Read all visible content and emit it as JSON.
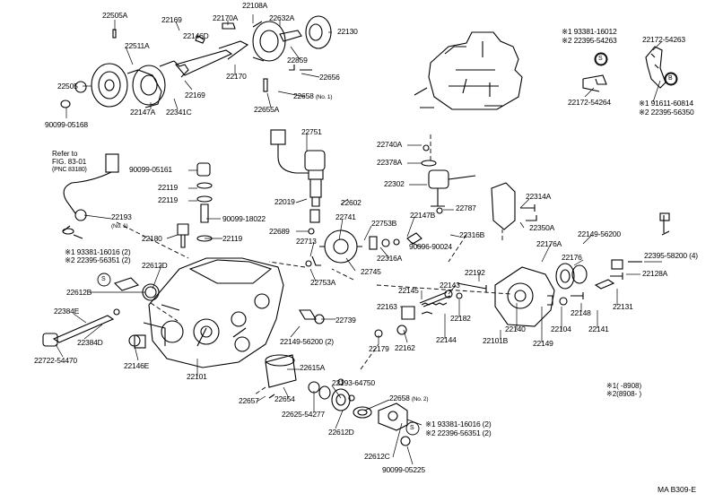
{
  "diagram": {
    "code": "MA B309-E",
    "reference": {
      "line1": "Refer to",
      "line2": "FIG. 83-01",
      "line3": "(PNC 83180)"
    },
    "legend": {
      "row1_mark": "※1",
      "row1_range": "(        -8908)",
      "row2_mark": "※2",
      "row2_range": "(8908-        )"
    },
    "callouts": {
      "c22505A": "22505A",
      "c22511A": "22511A",
      "c22505": "22505",
      "c90099_05168": "90099-05168",
      "c22169a": "22169",
      "c22146D": "22146D",
      "c22170A": "22170A",
      "c22108A": "22108A",
      "c22632A": "22632A",
      "c22130": "22130",
      "c22859": "22859",
      "c22170": "22170",
      "c22169b": "22169",
      "c22147A": "22147A",
      "c22341C": "22341C",
      "c22656": "22656",
      "c22658": "22658",
      "c22658_note": "(No. 1)",
      "c22655A": "22655A",
      "top_right_1": "※1 93381-16012",
      "top_right_2": "※2 22395-54263",
      "top_right_3": "22172-54263",
      "top_right_4": "22172-54264",
      "top_right_5": "※1 91611-60814",
      "top_right_6": "※2 22395-56350",
      "c22751": "22751",
      "c22740A": "22740A",
      "c22378A": "22378A",
      "c22302": "22302",
      "c22314A": "22314A",
      "c22787": "22787",
      "c22350A": "22350A",
      "c90099_05161": "90099-05161",
      "c22119a": "22119",
      "c22119b": "22119",
      "c22193": "22193",
      "c22193_note": "(No. 1)",
      "c90099_18022": "90099-18022",
      "c22019": "22019",
      "c22602": "22602",
      "c22741": "22741",
      "c22753B": "22753B",
      "c22147B": "22147B",
      "c22316B": "22316B",
      "c90096_90024": "90096-90024",
      "c22689": "22689",
      "c22180": "22180",
      "c22119c": "22119",
      "c22713": "22713",
      "c22316A": "22316A",
      "c22745": "22745",
      "c22753A": "22753A",
      "c22149_56200a": "22149-56200",
      "c22176A": "22176A",
      "c22176": "22176",
      "c22395_58200": "22395-58200 (4)",
      "c22128A": "22128A",
      "left_1": "※1 93381-16016 (2)",
      "left_2": "※2 22395-56351 (2)",
      "c22612D_a": "22612D",
      "c22612B": "22612B",
      "c22192": "22192",
      "c22145": "22145",
      "c22143": "22143",
      "c22163": "22163",
      "c22182": "22182",
      "c22101B": "22101B",
      "c22140": "22140",
      "c22104": "22104",
      "c22148": "22148",
      "c22131": "22131",
      "c22141": "22141",
      "c22149": "22149",
      "c22144": "22144",
      "c22162": "22162",
      "c22179": "22179",
      "c22384E": "22384E",
      "c22384D": "22384D",
      "c22722_54470": "22722-54470",
      "c22146E": "22146E",
      "c22101": "22101",
      "c22739": "22739",
      "c22149_56200b": "22149-56200 (2)",
      "c22615A": "22615A",
      "c22193_64750": "22193-64750",
      "c22658b": "22658",
      "c22658b_note": "(No. 2)",
      "c22657": "22657",
      "c22654": "22654",
      "c22625_54277": "22625-54277",
      "c22612D_b": "22612D",
      "c22612C": "22612C",
      "bottom_right_1": "※1 93381-16016 (2)",
      "bottom_right_2": "※2 22396-56351 (2)",
      "c90099_05225": "90099-05225",
      "mark_S": "S",
      "mark_B": "B"
    }
  }
}
